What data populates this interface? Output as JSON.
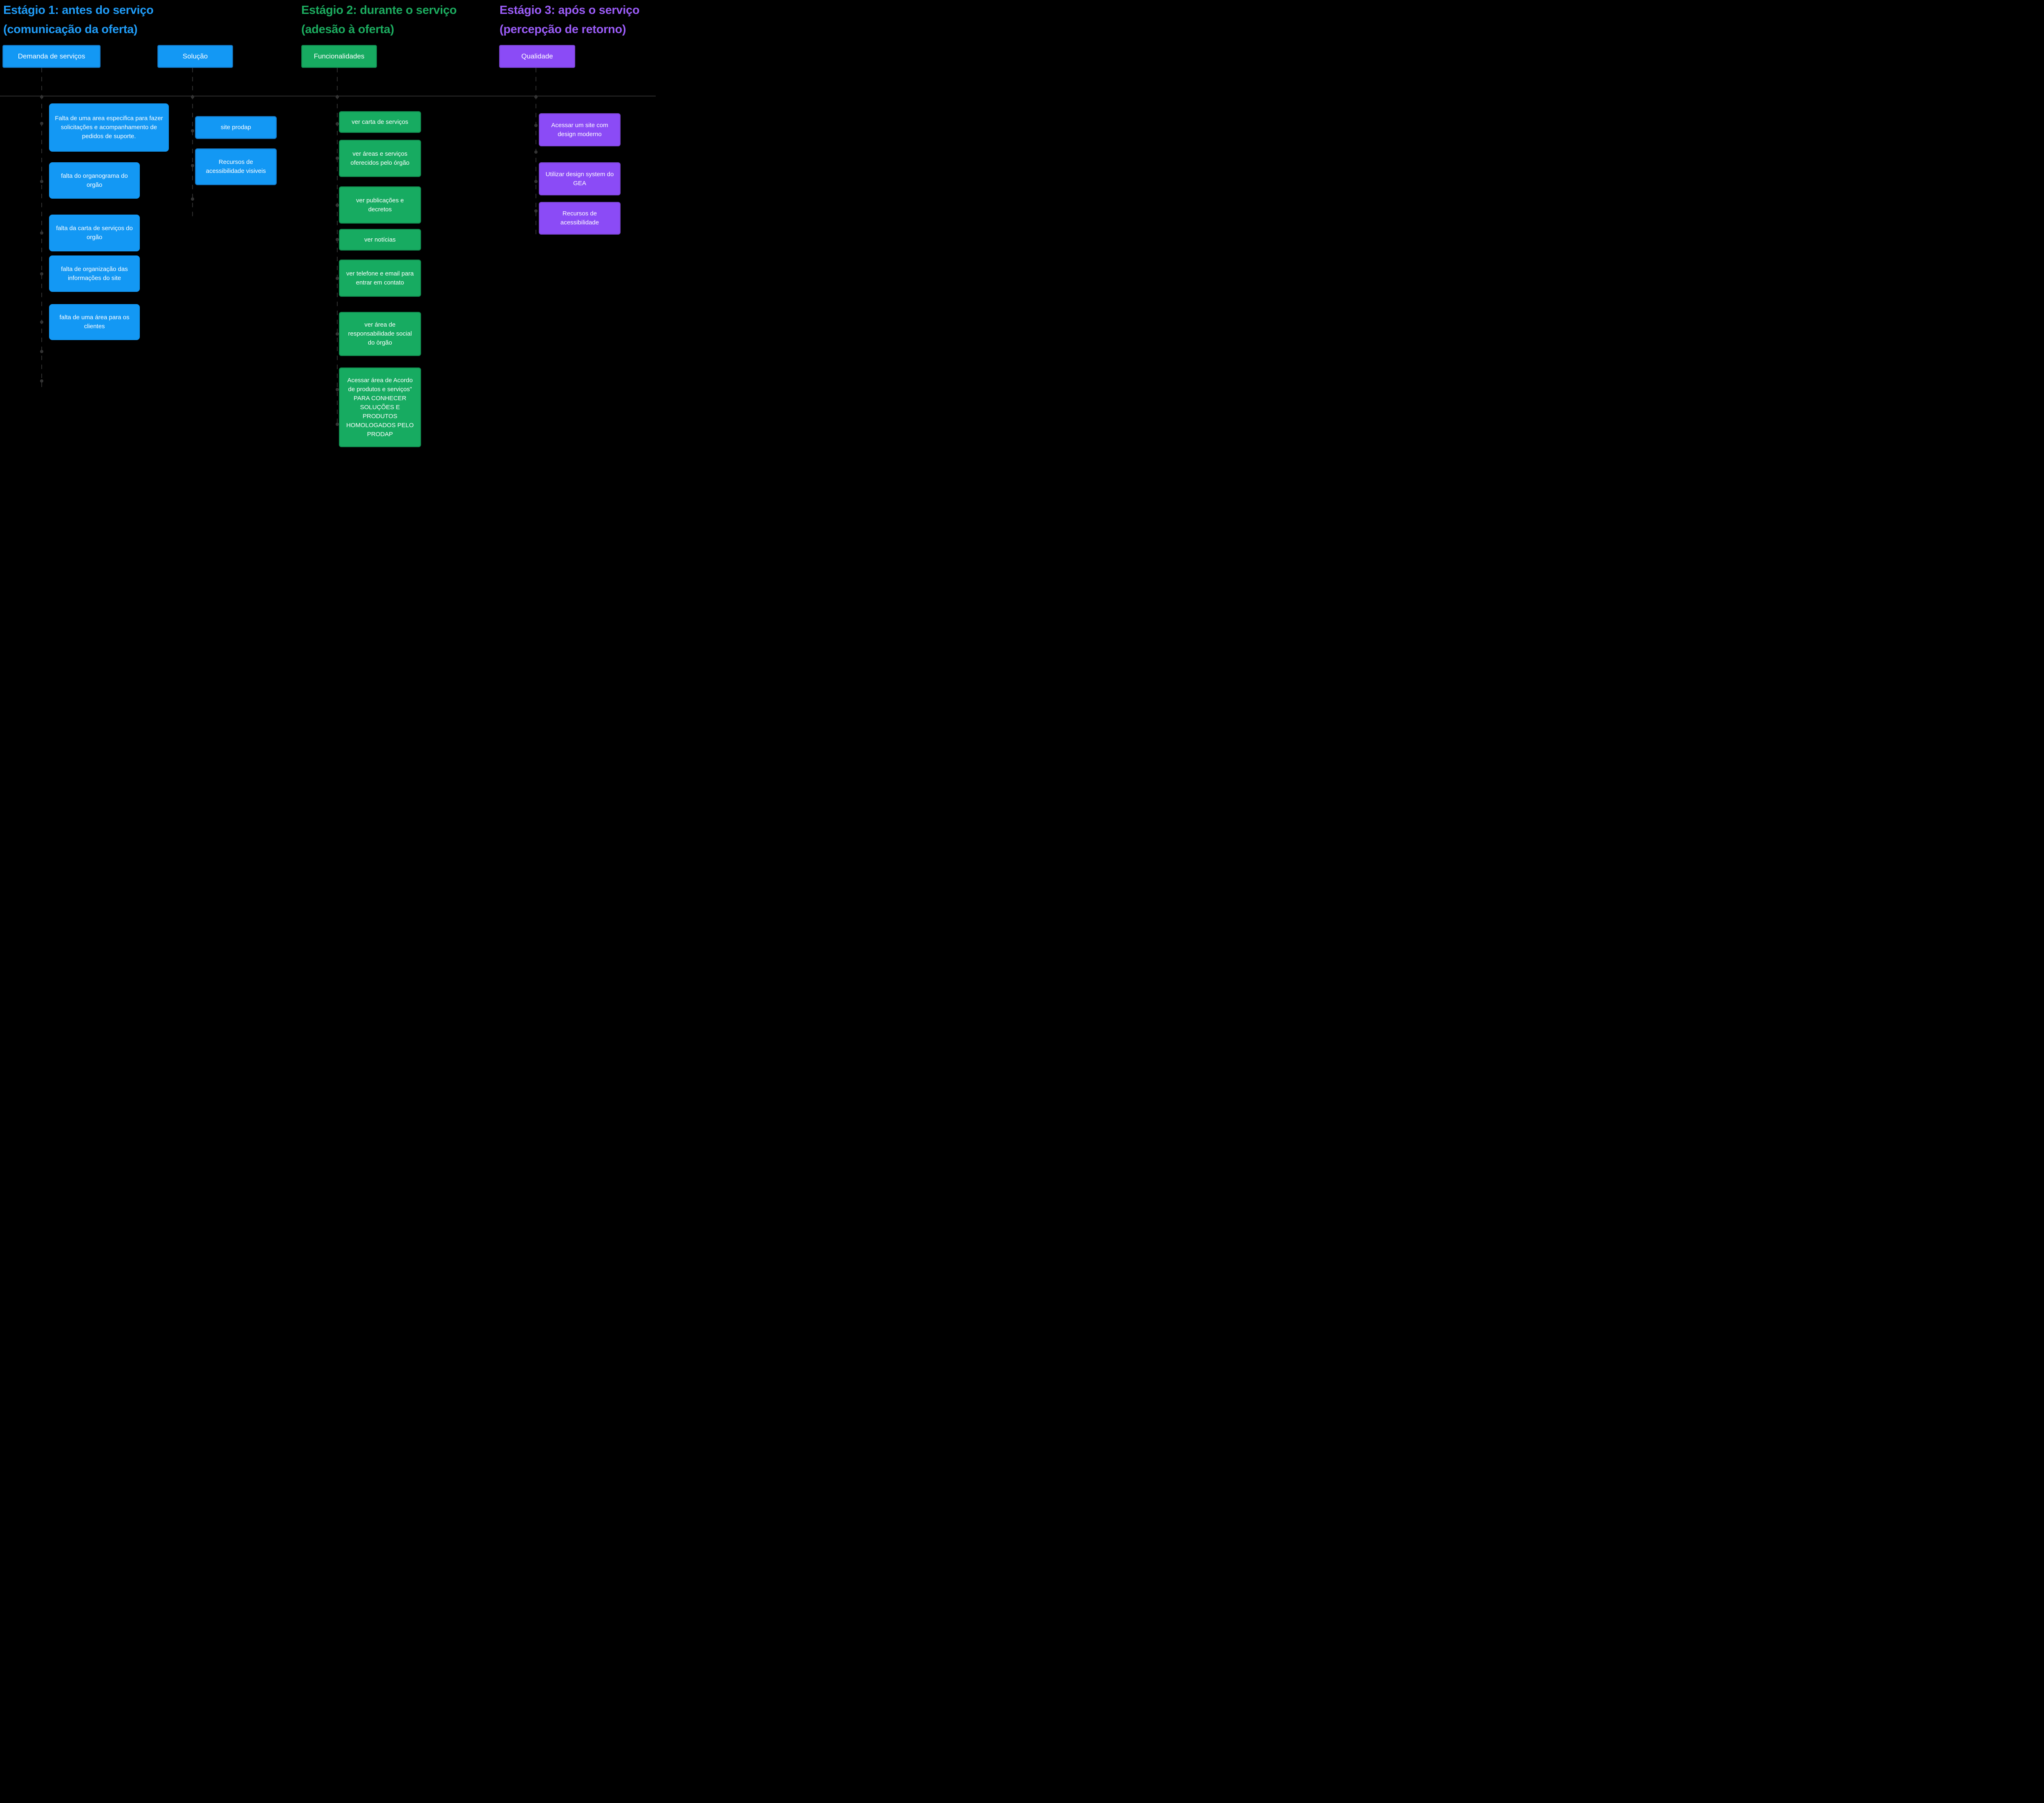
{
  "stages": [
    {
      "line1": "Estágio 1: antes do serviço",
      "line2": "(comunicação da oferta)"
    },
    {
      "line1": "Estágio 2: durante o serviço",
      "line2": "(adesão à oferta)"
    },
    {
      "line1": "Estágio 3: após o serviço",
      "line2": "(percepção de retorno)"
    }
  ],
  "columns": [
    {
      "header": "Demanda de serviços",
      "cards": [
        "Falta de uma area especifica para fazer solicitações e acompanhamento de pedidos de suporte.",
        "falta do organograma do orgão",
        "falta da carta de serviços do orgão",
        "falta de organização das informações do site",
        "falta de uma área para os clientes"
      ]
    },
    {
      "header": "Solução",
      "cards": [
        "site prodap",
        "Recursos de acessibilidade visiveis"
      ]
    },
    {
      "header": "Funcionalidades",
      "cards": [
        "ver carta de serviços",
        "ver  áreas e serviços oferecidos pelo órgão",
        "ver publicações e decretos",
        "ver notícias",
        "ver telefone e email para entrar em contato",
        "ver área de responsabilidade social do òrgão",
        "Acessar área de Acordo de produtos e serviços” PARA CONHECER SOLUÇÕES E PRODUTOS HOMOLOGADOS PELO PRODAP"
      ]
    },
    {
      "header": "Qualidade",
      "cards": [
        "Acessar um site com design moderno",
        "Utilizar design system do GEA",
        "Recursos de acessibilidade"
      ]
    }
  ],
  "colors": {
    "background": "#000000",
    "blue_fill": "#1398F4",
    "blue_border": "#1573BE",
    "green_fill": "#17AB61",
    "green_border": "#118A4E",
    "purple_fill": "#8B4BF6",
    "purple_border": "#7A44D0",
    "title_blue": "#209CF7",
    "title_green": "#1CAB5F",
    "title_purple": "#9B5CF7",
    "connector_line": "#2D2D2D",
    "text": "#FFFFFF"
  }
}
